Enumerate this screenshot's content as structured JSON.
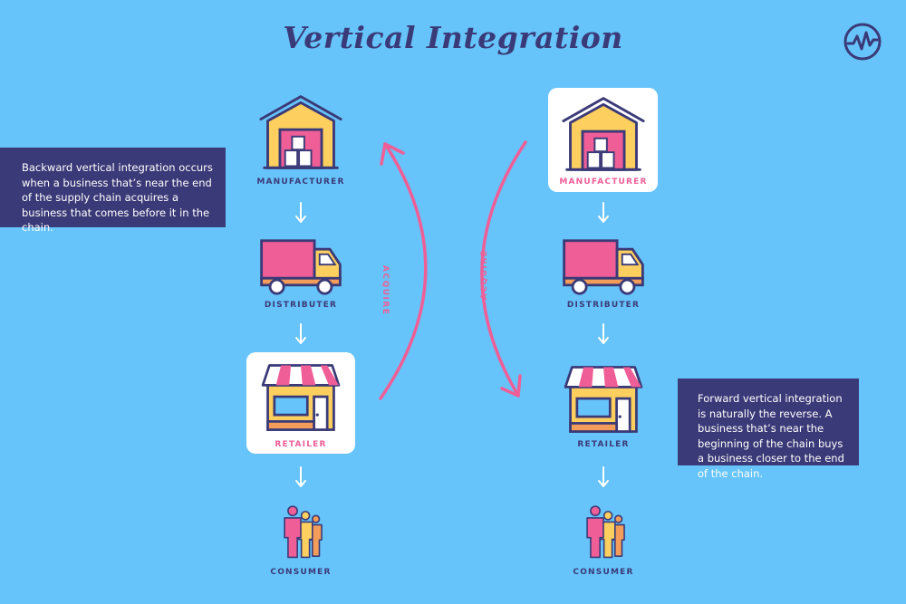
{
  "title": "Vertical Integration",
  "logo_icon": "wave-circle-logo",
  "colors": {
    "background": "#66c4fa",
    "navy": "#3b3a78",
    "pink": "#ef5e96",
    "yellow": "#fccf5e",
    "orange": "#f49c59"
  },
  "backward": {
    "description": "Backward vertical integration occurs when a business that’s near the end of the supply chain acquires a business that comes before it in the chain.",
    "steps": [
      {
        "label": "MANUFACTURER",
        "icon": "warehouse-icon",
        "highlighted": false
      },
      {
        "label": "DISTRIBUTER",
        "icon": "truck-icon",
        "highlighted": false
      },
      {
        "label": "RETAILER",
        "icon": "storefront-icon",
        "highlighted": true
      },
      {
        "label": "CONSUMER",
        "icon": "people-icon",
        "highlighted": false
      }
    ],
    "acquire_label": "ACQUIRE"
  },
  "forward": {
    "description": "Forward vertical integration is naturally the reverse. A business that’s near the beginning of the chain buys a business closer to the end of the chain.",
    "steps": [
      {
        "label": "MANUFACTURER",
        "icon": "warehouse-icon",
        "highlighted": true
      },
      {
        "label": "DISTRIBUTER",
        "icon": "truck-icon",
        "highlighted": false
      },
      {
        "label": "RETAILER",
        "icon": "storefront-icon",
        "highlighted": false
      },
      {
        "label": "CONSUMER",
        "icon": "people-icon",
        "highlighted": false
      }
    ],
    "acquire_label": "ACQUIRE"
  }
}
